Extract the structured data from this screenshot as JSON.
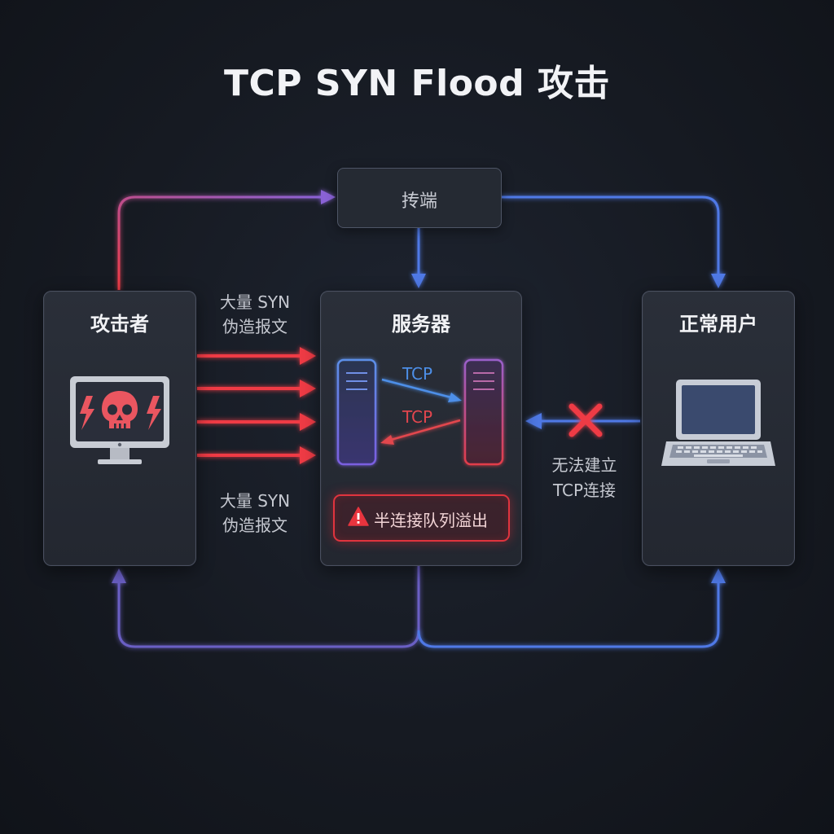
{
  "title": "TCP SYN Flood 攻击",
  "relay": {
    "label": "抟端"
  },
  "attacker": {
    "label": "攻击者"
  },
  "server": {
    "label": "服务器",
    "tcp_forward_label": "TCP",
    "tcp_return_label": "TCP",
    "alert_text": "半连接队列溢出"
  },
  "user": {
    "label": "正常用户"
  },
  "flood_labels": {
    "top": [
      "大量 SYN",
      "伪造报文"
    ],
    "bottom": [
      "大量 SYN",
      "伪造报文"
    ]
  },
  "blocked_label": [
    "无法建立",
    "TCP连接"
  ],
  "icons": {
    "attacker": "skull-monitor-icon",
    "user": "laptop-icon",
    "blocked": "red-x-icon",
    "alert": "warning-triangle-icon"
  },
  "colors": {
    "attack_red": "#ef3b45",
    "normal_blue": "#4f79e6",
    "return_purple": "#6a5fc4"
  }
}
